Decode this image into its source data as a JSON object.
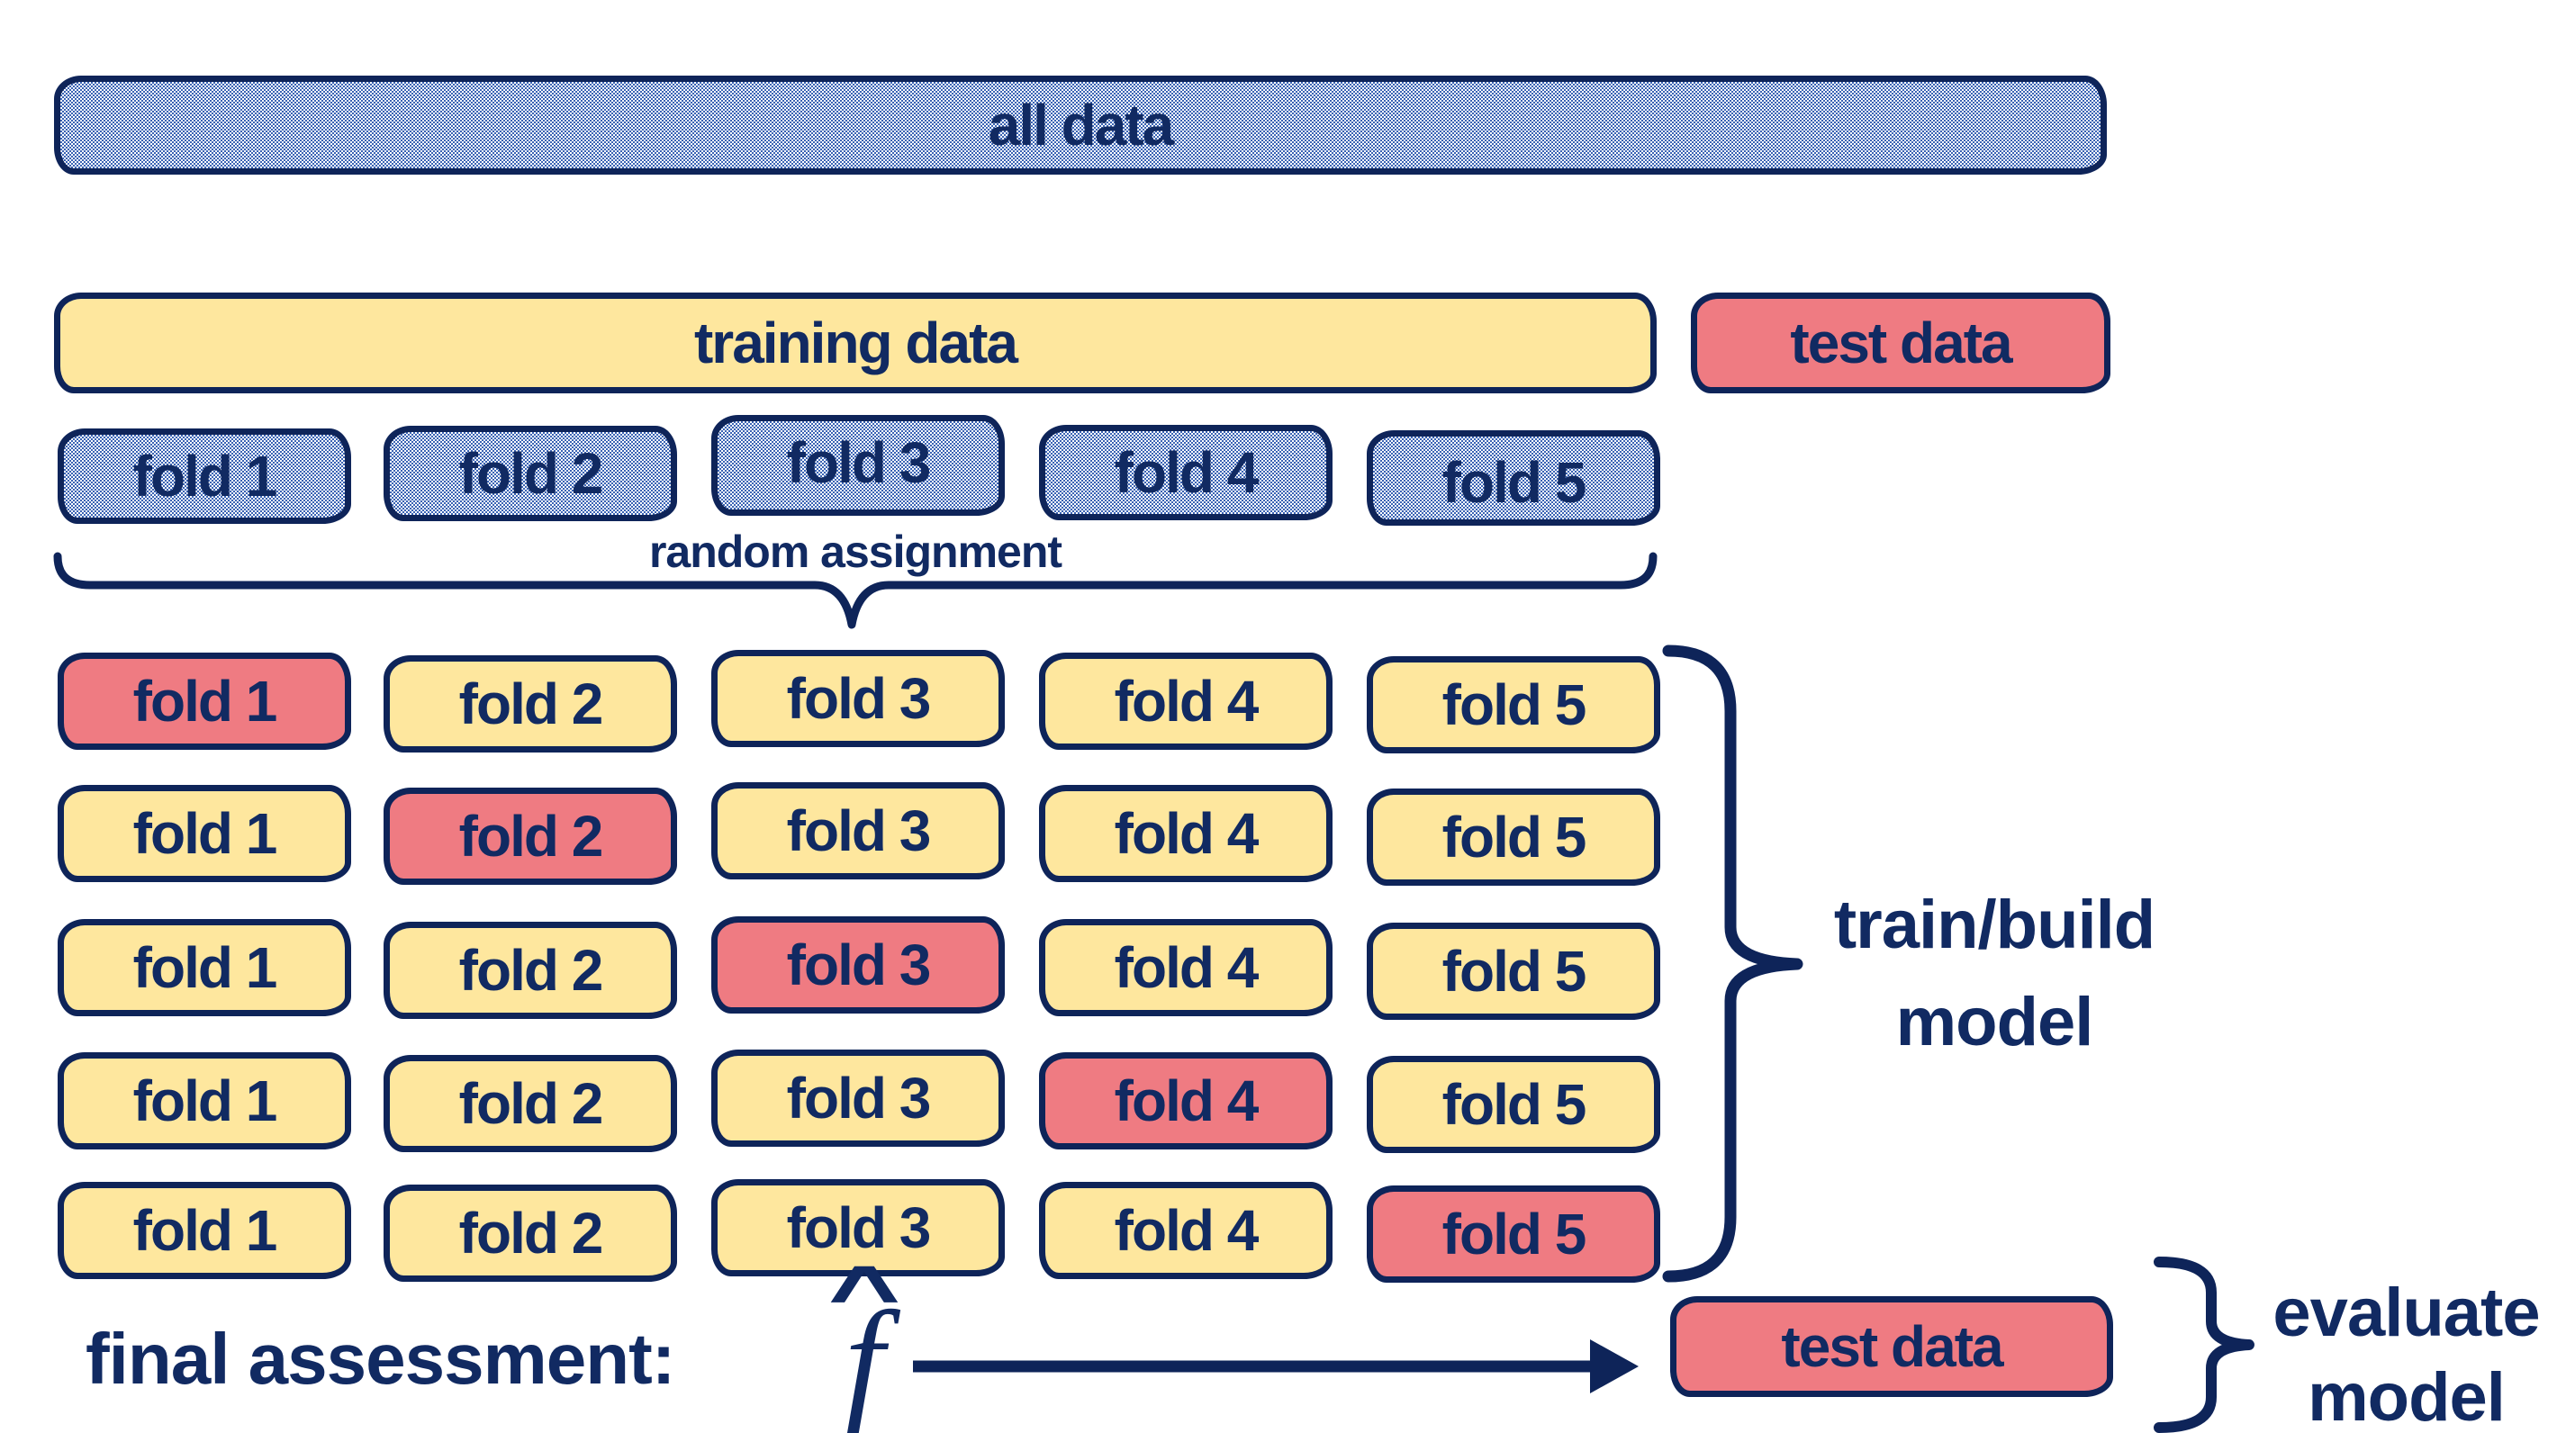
{
  "colors": {
    "navy_text": "#112A62",
    "navy_line": "#0E2459",
    "yellow": "#FEE79E",
    "red": "#EF7B82",
    "hatch_blue": "#3A63B4",
    "background": "#FFFFFF"
  },
  "all_data_bar": {
    "label": "all data"
  },
  "split_row": {
    "training_label": "training data",
    "test_label": "test data"
  },
  "fold_row": {
    "caption": "random assignment",
    "folds": [
      "fold 1",
      "fold 2",
      "fold 3",
      "fold 4",
      "fold 5"
    ]
  },
  "cv_grid": {
    "rows": [
      {
        "cells": [
          {
            "label": "fold 1",
            "role": "test"
          },
          {
            "label": "fold 2",
            "role": "train"
          },
          {
            "label": "fold 3",
            "role": "train"
          },
          {
            "label": "fold 4",
            "role": "train"
          },
          {
            "label": "fold 5",
            "role": "train"
          }
        ]
      },
      {
        "cells": [
          {
            "label": "fold 1",
            "role": "train"
          },
          {
            "label": "fold 2",
            "role": "test"
          },
          {
            "label": "fold 3",
            "role": "train"
          },
          {
            "label": "fold 4",
            "role": "train"
          },
          {
            "label": "fold 5",
            "role": "train"
          }
        ]
      },
      {
        "cells": [
          {
            "label": "fold 1",
            "role": "train"
          },
          {
            "label": "fold 2",
            "role": "train"
          },
          {
            "label": "fold 3",
            "role": "test"
          },
          {
            "label": "fold 4",
            "role": "train"
          },
          {
            "label": "fold 5",
            "role": "train"
          }
        ]
      },
      {
        "cells": [
          {
            "label": "fold 1",
            "role": "train"
          },
          {
            "label": "fold 2",
            "role": "train"
          },
          {
            "label": "fold 3",
            "role": "train"
          },
          {
            "label": "fold 4",
            "role": "test"
          },
          {
            "label": "fold 5",
            "role": "train"
          }
        ]
      },
      {
        "cells": [
          {
            "label": "fold 1",
            "role": "train"
          },
          {
            "label": "fold 2",
            "role": "train"
          },
          {
            "label": "fold 3",
            "role": "train"
          },
          {
            "label": "fold 4",
            "role": "train"
          },
          {
            "label": "fold 5",
            "role": "test"
          }
        ]
      }
    ]
  },
  "train_annotation": {
    "line1": "train/build",
    "line2": "model"
  },
  "evaluate_annotation": {
    "line1": "evaluate",
    "line2": "model"
  },
  "final_row": {
    "label": "final assessment:",
    "estimator_symbol": "f",
    "estimator_hat": "^",
    "test_label": "test data"
  }
}
